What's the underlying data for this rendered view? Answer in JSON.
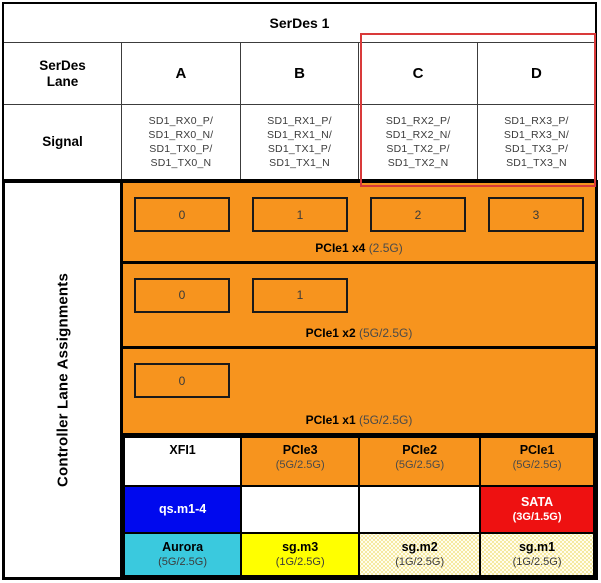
{
  "colors": {
    "band_orange": "#F7941E",
    "qs_blue": "#0009EE",
    "sata_red": "#EE1111",
    "aurora_cyan": "#3AC9DE",
    "sg_yellow": "#FFFF00",
    "sg_pale_stipple": "#FFFDEE",
    "highlight_red": "#D93A3A"
  },
  "top_table": {
    "title": "SerDes 1",
    "lane_label_line1": "SerDes",
    "lane_label_line2": "Lane",
    "signal_label": "Signal",
    "lanes": [
      {
        "label": "A",
        "signals": [
          "SD1_RX0_P/",
          "SD1_RX0_N/",
          "SD1_TX0_P/",
          "SD1_TX0_N"
        ]
      },
      {
        "label": "B",
        "signals": [
          "SD1_RX1_P/",
          "SD1_RX1_N/",
          "SD1_TX1_P/",
          "SD1_TX1_N"
        ]
      },
      {
        "label": "C",
        "signals": [
          "SD1_RX2_P/",
          "SD1_RX2_N/",
          "SD1_TX2_P/",
          "SD1_TX2_N"
        ]
      },
      {
        "label": "D",
        "signals": [
          "SD1_RX3_P/",
          "SD1_RX3_N/",
          "SD1_TX3_P/",
          "SD1_TX3_N"
        ]
      }
    ]
  },
  "sidebar": {
    "label": "Controller Lane Assignments"
  },
  "bands": [
    {
      "name": "PCIe1 x4",
      "speed": "(2.5G)",
      "lanes": [
        "0",
        "1",
        "2",
        "3"
      ]
    },
    {
      "name": "PCIe1 x2",
      "speed": "(5G/2.5G)",
      "lanes": [
        "0",
        "1"
      ]
    },
    {
      "name": "PCIe1 x1",
      "speed": "(5G/2.5G)",
      "lanes": [
        "0"
      ]
    }
  ],
  "grid_rows": [
    [
      {
        "title": "XFI1",
        "subtitle": ""
      },
      {
        "title": "PCIe3",
        "subtitle": "(5G/2.5G)"
      },
      {
        "title": "PCIe2",
        "subtitle": "(5G/2.5G)"
      },
      {
        "title": "PCIe1",
        "subtitle": "(5G/2.5G)"
      }
    ],
    [
      {
        "title": "qs.m1-4",
        "subtitle": ""
      },
      {
        "title": "",
        "subtitle": ""
      },
      {
        "title": "",
        "subtitle": ""
      },
      {
        "title": "SATA",
        "subtitle": "(3G/1.5G)"
      }
    ],
    [
      {
        "title": "Aurora",
        "subtitle": "(5G/2.5G)"
      },
      {
        "title": "sg.m3",
        "subtitle": "(1G/2.5G)"
      },
      {
        "title": "sg.m2",
        "subtitle": "(1G/2.5G)"
      },
      {
        "title": "sg.m1",
        "subtitle": "(1G/2.5G)"
      }
    ]
  ]
}
